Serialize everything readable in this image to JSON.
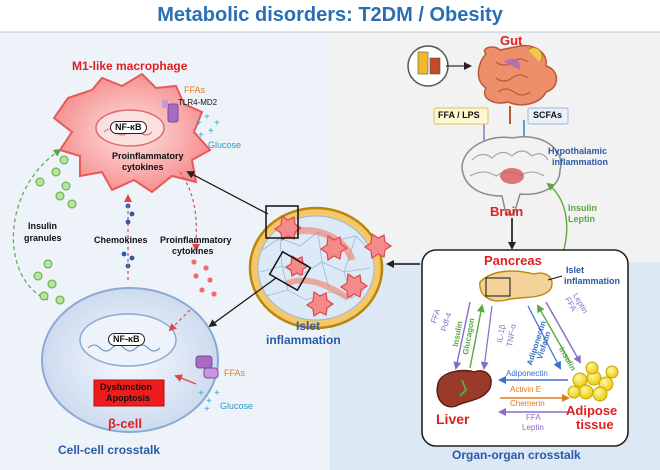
{
  "title": "Metabolic disorders: T2DM / Obesity",
  "left_panel": {
    "macrophage_title": "M1-like macrophage",
    "ffas": "FFAs",
    "tlr4": "TLR4-MD2",
    "glucose": "Glucose",
    "nfkb": "NF-κB",
    "proinflammatory": "Proinflammatory",
    "cytokines": "cytokines",
    "insulin": "Insulin",
    "granules": "granules",
    "chemokines": "Chemokines",
    "proinflammatory2": "Proinflammatory",
    "cytokines2": "cytokines",
    "nfkb2": "NF-κB",
    "dysfunction": "Dysfunction",
    "apoptosis": "Apoptosis",
    "ffas2": "FFAs",
    "glucose2": "Glucose",
    "beta_cell": "β-cell",
    "footer": "Cell-cell crosstalk"
  },
  "center": {
    "islet_line1": "Islet",
    "islet_line2": "inflammation"
  },
  "right_panel": {
    "gut": "Gut",
    "ffa_lps": "FFA / LPS",
    "scfas": "SCFAs",
    "hypothalamic": "Hypothalamic",
    "inflammation": "inflammation",
    "brain": "Brain",
    "insulin": "Insulin",
    "leptin": "Leptin",
    "pancreas": "Pancreas",
    "islet_line1": "Islet",
    "islet_line2": "inflammation",
    "ffa_left": "FFA",
    "pdf_left": "Pdf-4",
    "insulin_glucagon_1": "Insulin",
    "insulin_glucagon_2": "Glucagon",
    "il1b": "IL-1β",
    "tnfa": "TNF-α",
    "adiponectin_visfatin_1": "Adiponectin",
    "adiponectin_visfatin_2": "Visfatin",
    "insulin_right": "Insulin",
    "ffa_right": "FFA",
    "leptin_right": "Leptin",
    "adiponectin": "Adiponectin",
    "activin_e": "Activin E",
    "chemerin": "Chemerin",
    "ffa_bottom": "FFA",
    "leptin_bottom": "Leptin",
    "liver": "Liver",
    "adipose_1": "Adipose",
    "adipose_2": "tissue",
    "footer": "Organ-organ crosstalk"
  },
  "colors": {
    "title": "#2a6fb5",
    "red_label": "#e02020",
    "blue_label": "#2a5aa8",
    "purple": "#8a6cc8",
    "green": "#5aa844",
    "orange": "#e07a1a",
    "left_bg": "#eef3fa",
    "right_top_bg": "#f2f2f2",
    "right_bottom_bg": "#dce8f4"
  }
}
